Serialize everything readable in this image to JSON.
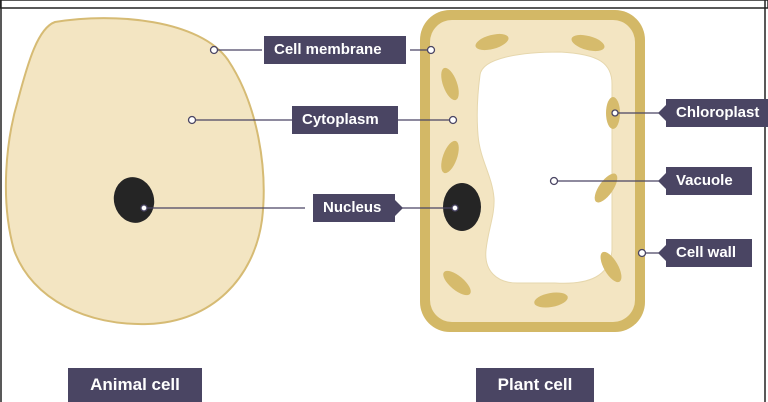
{
  "labels": {
    "cell_membrane": "Cell membrane",
    "cytoplasm": "Cytoplasm",
    "nucleus": "Nucleus",
    "chloroplast": "Chloroplast",
    "vacuole": "Vacuole",
    "cell_wall": "Cell wall"
  },
  "captions": {
    "animal": "Animal cell",
    "plant": "Plant cell"
  },
  "colors": {
    "cytoplasm_fill": "#f3e5c2",
    "membrane_stroke": "#d6bb74",
    "cell_wall": "#d3b866",
    "chloroplast": "#d6bb6c",
    "nucleus": "#252525",
    "label_bg": "#4a4563",
    "leader_line": "#4a4563"
  }
}
